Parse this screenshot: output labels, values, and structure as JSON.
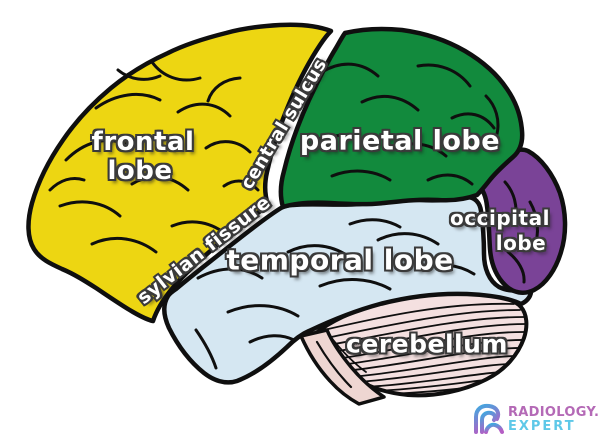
{
  "brain": {
    "labels": {
      "frontal_line1": "frontal",
      "frontal_line2": "lobe",
      "parietal": "parietal lobe",
      "temporal": "temporal lobe",
      "occipital_line1": "occipital",
      "occipital_line2": "lobe",
      "cerebellum": "cerebellum",
      "central_sulcus": "central sulcus",
      "sylvian_fissure": "sylvian fissure"
    },
    "colors": {
      "frontal_lobe": "#edd612",
      "parietal_lobe": "#128a3d",
      "temporal_lobe": "#d5e7f2",
      "occipital_lobe": "#7a4397",
      "cerebellum": "#f4e0e0",
      "brainstem": "#eed6d2",
      "outline": "#0f0f0f",
      "label_text": "#ffffff"
    }
  },
  "logo": {
    "name": "RADIOLOGY.",
    "tagline": "EXPERT",
    "name_color": "#b469b6",
    "tagline_color": "#5ec8e8",
    "icon_gradient_start": "#3fa9e0",
    "icon_gradient_end": "#b55ec4"
  }
}
